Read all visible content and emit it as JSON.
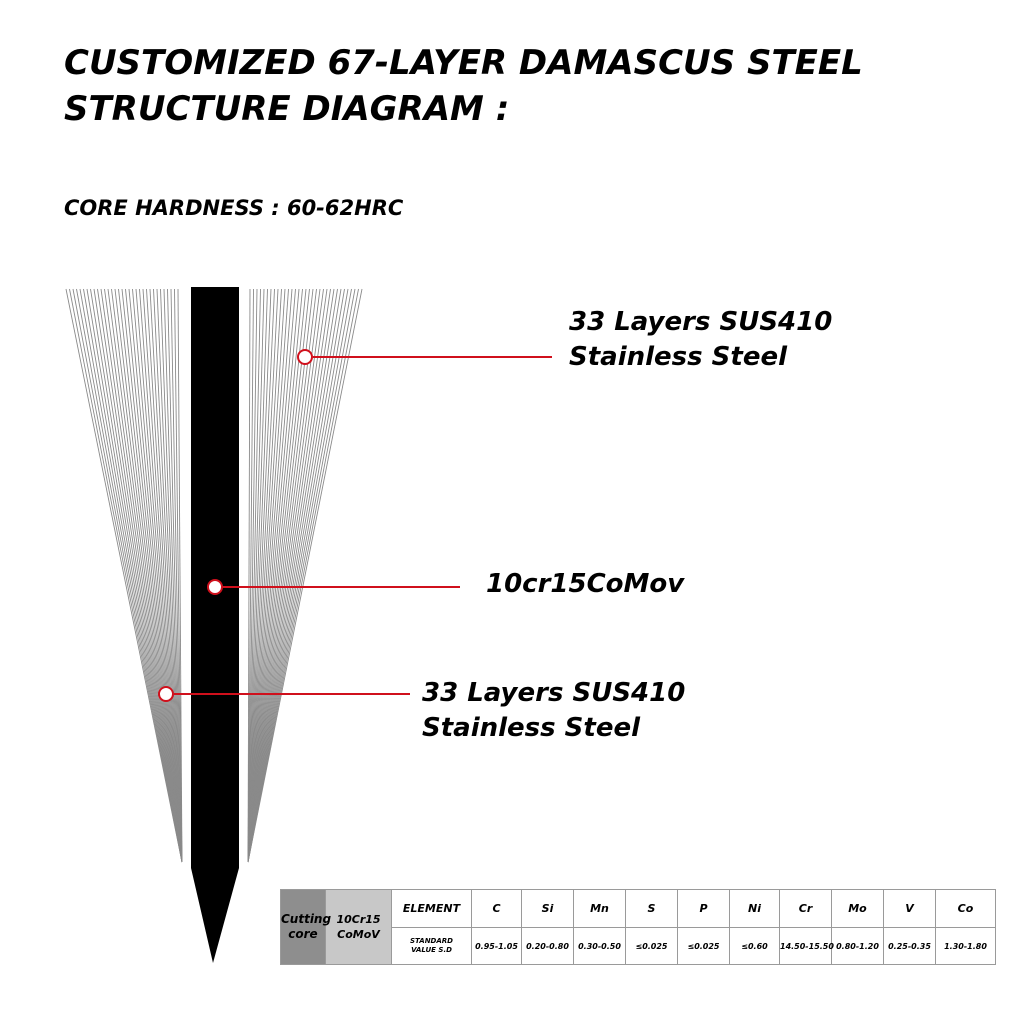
{
  "title": {
    "line1": "CUSTOMIZED 67-LAYER DAMASCUS STEEL",
    "line2": "STRUCTURE DIAGRAM :"
  },
  "core_hardness": "CORE HARDNESS :  60-62HRC",
  "labels": {
    "outer_top": {
      "line1": "33 Layers SUS410",
      "line2": "Stainless Steel"
    },
    "core": "10cr15CoMov",
    "outer_bottom": {
      "line1": "33 Layers SUS410",
      "line2": "Stainless Steel"
    }
  },
  "colors": {
    "callout": "#d0101c",
    "core": "#000000",
    "layer_line": "#8a8a8a"
  },
  "table": {
    "cutting_core": {
      "line1": "Cutting",
      "line2": "core"
    },
    "grade": {
      "line1": "10Cr15",
      "line2": "CoMoV"
    },
    "element_header": "ELEMENT",
    "standard_label": {
      "line1": "STANDARD",
      "line2": "VALUE S.D"
    },
    "elements": [
      {
        "symbol": "C",
        "value": "0.95-1.05"
      },
      {
        "symbol": "Si",
        "value": "0.20-0.80"
      },
      {
        "symbol": "Mn",
        "value": "0.30-0.50"
      },
      {
        "symbol": "S",
        "value": "≤0.025"
      },
      {
        "symbol": "P",
        "value": "≤0.025"
      },
      {
        "symbol": "Ni",
        "value": "≤0.60"
      },
      {
        "symbol": "Cr",
        "value": "14.50-15.50"
      },
      {
        "symbol": "Mo",
        "value": "0.80-1.20"
      },
      {
        "symbol": "V",
        "value": "0.25-0.35"
      },
      {
        "symbol": "Co",
        "value": "1.30-1.80"
      }
    ]
  }
}
